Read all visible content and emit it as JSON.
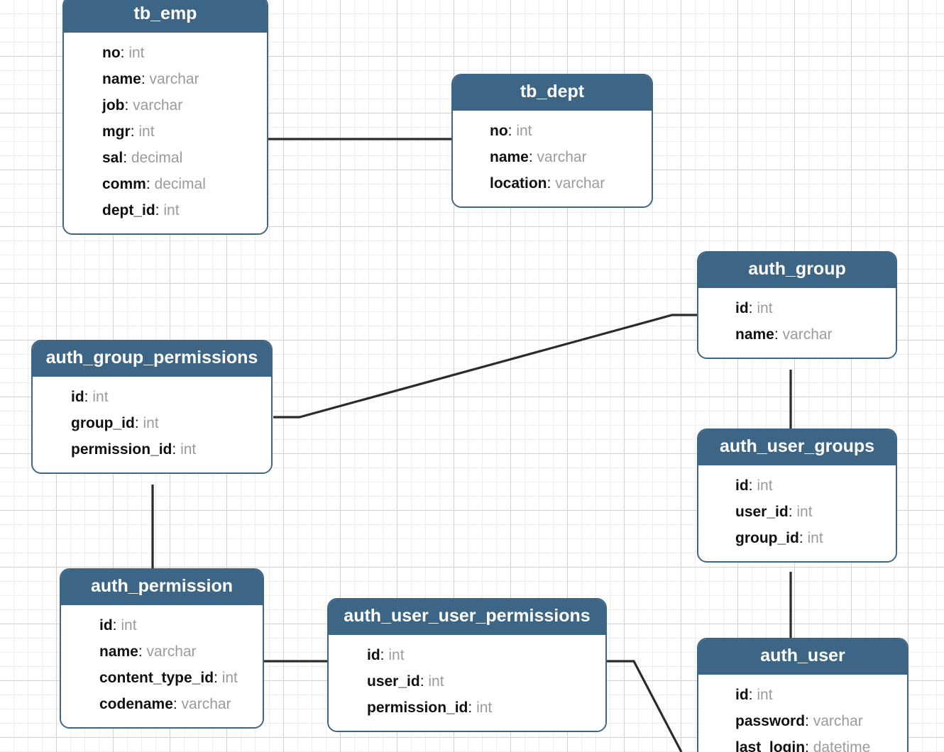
{
  "diagram": {
    "title": "Database ER diagram",
    "background": {
      "grid_minor_color": "#eeeeee",
      "grid_major_color": "#d2d2d2",
      "canvas_color": "#ffffff"
    },
    "palette": {
      "header_fill": "#3d6585",
      "header_text": "#ffffff",
      "entity_fill": "#ffffff",
      "field_name_color": "#101010",
      "field_type_color": "#9b9b9b",
      "edge_color": "#2b2b2b"
    },
    "entities": [
      {
        "id": "tb_emp",
        "name": "tb_emp",
        "fields": [
          {
            "name": "no",
            "type": "int"
          },
          {
            "name": "name",
            "type": "varchar"
          },
          {
            "name": "job",
            "type": "varchar"
          },
          {
            "name": "mgr",
            "type": "int"
          },
          {
            "name": "sal",
            "type": "decimal"
          },
          {
            "name": "comm",
            "type": "decimal"
          },
          {
            "name": "dept_id",
            "type": "int"
          }
        ]
      },
      {
        "id": "tb_dept",
        "name": "tb_dept",
        "fields": [
          {
            "name": "no",
            "type": "int"
          },
          {
            "name": "name",
            "type": "varchar"
          },
          {
            "name": "location",
            "type": "varchar"
          }
        ]
      },
      {
        "id": "auth_group",
        "name": "auth_group",
        "fields": [
          {
            "name": "id",
            "type": "int"
          },
          {
            "name": "name",
            "type": "varchar"
          }
        ]
      },
      {
        "id": "auth_group_permissions",
        "name": "auth_group_permissions",
        "fields": [
          {
            "name": "id",
            "type": "int"
          },
          {
            "name": "group_id",
            "type": "int"
          },
          {
            "name": "permission_id",
            "type": "int"
          }
        ]
      },
      {
        "id": "auth_user_groups",
        "name": "auth_user_groups",
        "fields": [
          {
            "name": "id",
            "type": "int"
          },
          {
            "name": "user_id",
            "type": "int"
          },
          {
            "name": "group_id",
            "type": "int"
          }
        ]
      },
      {
        "id": "auth_permission",
        "name": "auth_permission",
        "fields": [
          {
            "name": "id",
            "type": "int"
          },
          {
            "name": "name",
            "type": "varchar"
          },
          {
            "name": "content_type_id",
            "type": "int"
          },
          {
            "name": "codename",
            "type": "varchar"
          }
        ]
      },
      {
        "id": "auth_user_user_permissions",
        "name": "auth_user_user_permissions",
        "fields": [
          {
            "name": "id",
            "type": "int"
          },
          {
            "name": "user_id",
            "type": "int"
          },
          {
            "name": "permission_id",
            "type": "int"
          }
        ]
      },
      {
        "id": "auth_user",
        "name": "auth_user",
        "fields": [
          {
            "name": "id",
            "type": "int"
          },
          {
            "name": "password",
            "type": "varchar"
          },
          {
            "name": "last_login",
            "type": "datetime"
          }
        ]
      }
    ],
    "relationships": [
      {
        "id": "rel-emp-dept",
        "from": "tb_emp",
        "to": "tb_dept"
      },
      {
        "id": "rel-agp-ag",
        "from": "auth_group_permissions",
        "to": "auth_group"
      },
      {
        "id": "rel-ag-aug",
        "from": "auth_group",
        "to": "auth_user_groups"
      },
      {
        "id": "rel-aug-au",
        "from": "auth_user_groups",
        "to": "auth_user"
      },
      {
        "id": "rel-agp-ap",
        "from": "auth_group_permissions",
        "to": "auth_permission"
      },
      {
        "id": "rel-ap-auup",
        "from": "auth_permission",
        "to": "auth_user_user_permissions"
      },
      {
        "id": "rel-auup-au",
        "from": "auth_user_user_permissions",
        "to": "auth_user"
      }
    ]
  }
}
